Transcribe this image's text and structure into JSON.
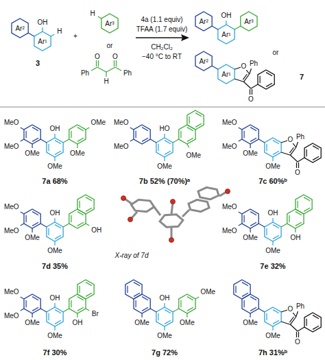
{
  "diagram": {
    "labels": [
      "Ar²",
      "Ar¹",
      "OH",
      "H",
      "3",
      "+",
      "H",
      "Ar³",
      "or",
      "Ph",
      "O",
      "H",
      "O",
      "Ph",
      "4a (1.1 equiv)",
      "TFAA (1.7 equiv)",
      "CH₂Cl₂",
      "−40 °C to RT",
      "Ar²",
      "Ar¹",
      "OH",
      "Ar³",
      "or",
      "Ar²",
      "Ar¹",
      "O",
      "Ph",
      "O",
      "7",
      "MeO",
      "MeO",
      "OMe",
      "OH",
      "OMe",
      "OMe",
      "OMe",
      "7a 68%",
      "MeO",
      "MeO",
      "HO",
      "OMe",
      "OMe",
      "7b 52% (70%)ᵃ",
      "MeO",
      "MeO",
      "OMe",
      "O",
      "Ph",
      "O",
      "OMe",
      "7c 60%ᵇ",
      "MeO",
      "MeO",
      "OMe",
      "OH",
      "OMe",
      "OH",
      "7d 35%",
      "X-ray of 7d",
      "MeO",
      "MeO",
      "OMe",
      "OH",
      "OMe",
      "OH",
      "7e 32%",
      "MeO",
      "MeO",
      "OMe",
      "OH",
      "OMe",
      "Br",
      "OH",
      "7f 30%",
      "OMe",
      "OH",
      "OMe",
      "OMe",
      "OMe",
      "7g 72%",
      "OMe",
      "O",
      "Ph",
      "O",
      "OMe",
      "7h 31%ᵇ"
    ]
  }
}
